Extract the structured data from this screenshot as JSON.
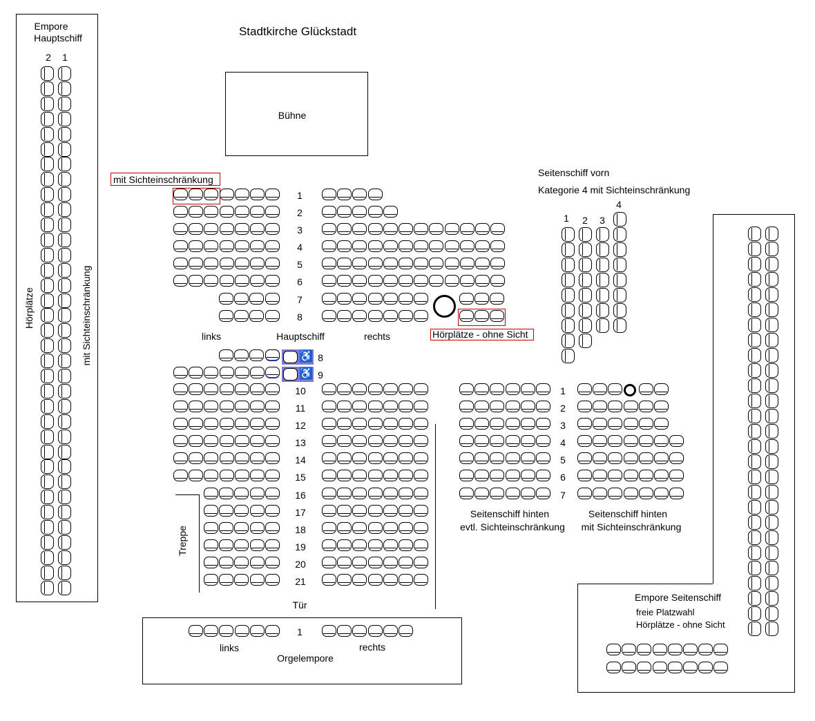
{
  "title": "Stadtkirche Glückstadt",
  "stage": "Bühne",
  "labels": {
    "restricted_view": "mit Sichteinschränkung",
    "links": "links",
    "hauptschiff": "Hauptschiff",
    "rechts": "rechts",
    "listening_no_view": "Hörplätze - ohne Sicht",
    "stairs": "Treppe",
    "door": "Tür",
    "organ_links": "links",
    "organ_rechts": "rechts",
    "organ_gallery": "Orgelempore",
    "organ_row": "1"
  },
  "side_front": {
    "title": "Seitenschiff vorn",
    "subtitle": "Kategorie 4  mit Sichteinschränkung",
    "columns": [
      "1",
      "2",
      "3",
      "4"
    ]
  },
  "side_rear": {
    "left_title": "Seitenschiff hinten",
    "left_note": "evtl. Sichteinschränkung",
    "right_title": "Seitenschiff hinten",
    "right_note": "mit Sichteinschränkung",
    "rows": [
      "1",
      "2",
      "3",
      "4",
      "5",
      "6",
      "7"
    ]
  },
  "gallery_main": {
    "title_line1": "Empore",
    "title_line2": "Hauptschiff",
    "columns": [
      "2",
      "1"
    ],
    "side_label": "Hörplätze",
    "side_label2": "mit Sichteinschränkung"
  },
  "gallery_side": {
    "title": "Empore Seitenschiff",
    "note1": "freie Platzwahl",
    "note2": "Hörplätze - ohne Sicht"
  },
  "nave_rows_front": [
    "1",
    "2",
    "3",
    "4",
    "5",
    "6",
    "7",
    "8"
  ],
  "nave_rows_back": [
    "10",
    "11",
    "12",
    "13",
    "14",
    "15",
    "16",
    "17",
    "18",
    "19",
    "20",
    "21"
  ],
  "wheelchair_rows": [
    "8",
    "9"
  ],
  "icons": {
    "wheelchair": "wheelchair-icon",
    "pillar": "pillar-circle"
  },
  "colors": {
    "restricted_border": "#c00000",
    "wheelchair_bg": "#7b7bd4"
  }
}
